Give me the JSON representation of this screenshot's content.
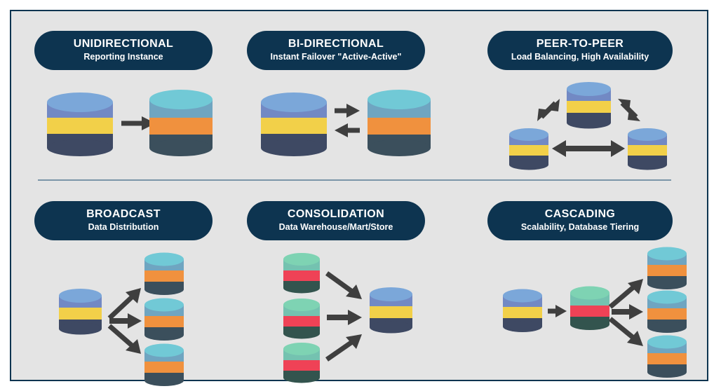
{
  "figure": {
    "background_color": "#e4e4e4",
    "border_color": "#0d3450",
    "divider_color": "#7b95a8"
  },
  "palette": {
    "pill_bg": "#0d3450",
    "pill_text": "#ffffff",
    "arrow": "#3f3f3f",
    "db_blue": {
      "top": "#7ba7d9",
      "rim": "#7289c4",
      "band": "#f2d049",
      "base": "#3e4963"
    },
    "db_teal": {
      "top": "#71c9d6",
      "rim": "#6fa5c1",
      "band": "#f0913e",
      "base": "#3b4f5c"
    },
    "db_green": {
      "top": "#7ed3b3",
      "rim": "#74c2b0",
      "band": "#ef4256",
      "base": "#33544e"
    }
  },
  "panels": [
    {
      "id": "unidirectional",
      "title": "UNIDIRECTIONAL",
      "subtitle": "Reporting Instance",
      "pattern": "one-to-one",
      "nodes": [
        {
          "name": "source-database",
          "type": "db_blue"
        },
        {
          "name": "target-database",
          "type": "db_teal"
        }
      ],
      "arrows": [
        {
          "from": "source-database",
          "to": "target-database",
          "direction": "single"
        }
      ]
    },
    {
      "id": "bi-directional",
      "title": "BI-DIRECTIONAL",
      "subtitle": "Instant Failover \"Active-Active\"",
      "pattern": "two-way",
      "nodes": [
        {
          "name": "primary-database",
          "type": "db_blue"
        },
        {
          "name": "secondary-database",
          "type": "db_teal"
        }
      ],
      "arrows": [
        {
          "from": "primary-database",
          "to": "secondary-database",
          "direction": "single"
        },
        {
          "from": "secondary-database",
          "to": "primary-database",
          "direction": "single"
        }
      ]
    },
    {
      "id": "peer-to-peer",
      "title": "PEER-TO-PEER",
      "subtitle": "Load Balancing, High Availability",
      "pattern": "triangle-mesh",
      "nodes": [
        {
          "name": "peer-database-top",
          "type": "db_blue"
        },
        {
          "name": "peer-database-left",
          "type": "db_blue"
        },
        {
          "name": "peer-database-right",
          "type": "db_blue"
        }
      ],
      "arrows": [
        {
          "from": "peer-database-left",
          "to": "peer-database-top",
          "direction": "double"
        },
        {
          "from": "peer-database-top",
          "to": "peer-database-right",
          "direction": "double"
        },
        {
          "from": "peer-database-left",
          "to": "peer-database-right",
          "direction": "double"
        }
      ]
    },
    {
      "id": "broadcast",
      "title": "BROADCAST",
      "subtitle": "Data Distribution",
      "pattern": "one-to-many",
      "nodes": [
        {
          "name": "source-database",
          "type": "db_blue"
        },
        {
          "name": "target-database-1",
          "type": "db_teal"
        },
        {
          "name": "target-database-2",
          "type": "db_teal"
        },
        {
          "name": "target-database-3",
          "type": "db_teal"
        }
      ],
      "arrows": [
        {
          "from": "source-database",
          "to": "target-database-1",
          "direction": "single"
        },
        {
          "from": "source-database",
          "to": "target-database-2",
          "direction": "single"
        },
        {
          "from": "source-database",
          "to": "target-database-3",
          "direction": "single"
        }
      ]
    },
    {
      "id": "consolidation",
      "title": "CONSOLIDATION",
      "subtitle": "Data Warehouse/Mart/Store",
      "pattern": "many-to-one",
      "nodes": [
        {
          "name": "source-database-1",
          "type": "db_green"
        },
        {
          "name": "source-database-2",
          "type": "db_green"
        },
        {
          "name": "source-database-3",
          "type": "db_green"
        },
        {
          "name": "target-database",
          "type": "db_blue"
        }
      ],
      "arrows": [
        {
          "from": "source-database-1",
          "to": "target-database",
          "direction": "single"
        },
        {
          "from": "source-database-2",
          "to": "target-database",
          "direction": "single"
        },
        {
          "from": "source-database-3",
          "to": "target-database",
          "direction": "single"
        }
      ]
    },
    {
      "id": "cascading",
      "title": "CASCADING",
      "subtitle": "Scalability, Database Tiering",
      "pattern": "tiered-fanout",
      "nodes": [
        {
          "name": "tier1-database",
          "type": "db_blue"
        },
        {
          "name": "tier2-database",
          "type": "db_green"
        },
        {
          "name": "tier3-database-1",
          "type": "db_teal"
        },
        {
          "name": "tier3-database-2",
          "type": "db_teal"
        },
        {
          "name": "tier3-database-3",
          "type": "db_teal"
        }
      ],
      "arrows": [
        {
          "from": "tier1-database",
          "to": "tier2-database",
          "direction": "single"
        },
        {
          "from": "tier2-database",
          "to": "tier3-database-1",
          "direction": "single"
        },
        {
          "from": "tier2-database",
          "to": "tier3-database-2",
          "direction": "single"
        },
        {
          "from": "tier2-database",
          "to": "tier3-database-3",
          "direction": "single"
        }
      ]
    }
  ]
}
